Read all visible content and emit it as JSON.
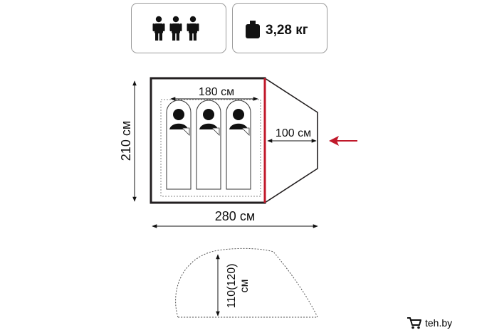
{
  "badges": {
    "people_icon": "three-persons-icon",
    "weight_icon": "weight-icon",
    "weight_text": "3,28 кг"
  },
  "plan": {
    "sleeping_length_label": "180 см",
    "vestibule_depth_label": "100 см",
    "height_label": "210 см",
    "width_label": "280 см",
    "entrance_icon": "entrance-arrow-icon",
    "colors": {
      "outline": "#231f20",
      "divider": "#c0182a",
      "arrow": "#c0182a",
      "dashed": "#8a8a8a"
    }
  },
  "profile": {
    "height_label_line1": "110(120)",
    "height_label_line2": "см"
  },
  "watermark": {
    "icon": "cart-icon",
    "text": "teh.by"
  }
}
